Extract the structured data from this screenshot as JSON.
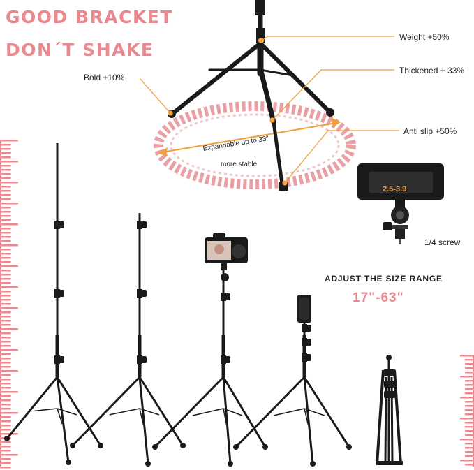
{
  "headline": {
    "line1": "GOOD BRACKET",
    "line2": "DON´T SHAKE",
    "color": "#e9888f"
  },
  "callouts": {
    "bold": "Bold +10%",
    "weight": "Weight +50%",
    "thickened": "Thickened + 33%",
    "anti_slip": "Anti slip +50%",
    "expandable_line1": "Expandable up to 33\"",
    "expandable_line2": "more   stable",
    "screw": "1/4 screw"
  },
  "clamp": {
    "size_label": "2.5-3.9"
  },
  "size_range": {
    "title": "ADJUST THE SIZE RANGE",
    "value": "17\"-63\"",
    "value_color": "#e9888f"
  },
  "colors": {
    "accent_line": "#f0a040",
    "ruler": "#e9888f",
    "stand": "#1a1a1a",
    "dashed_ring": "#e9a0a5"
  }
}
